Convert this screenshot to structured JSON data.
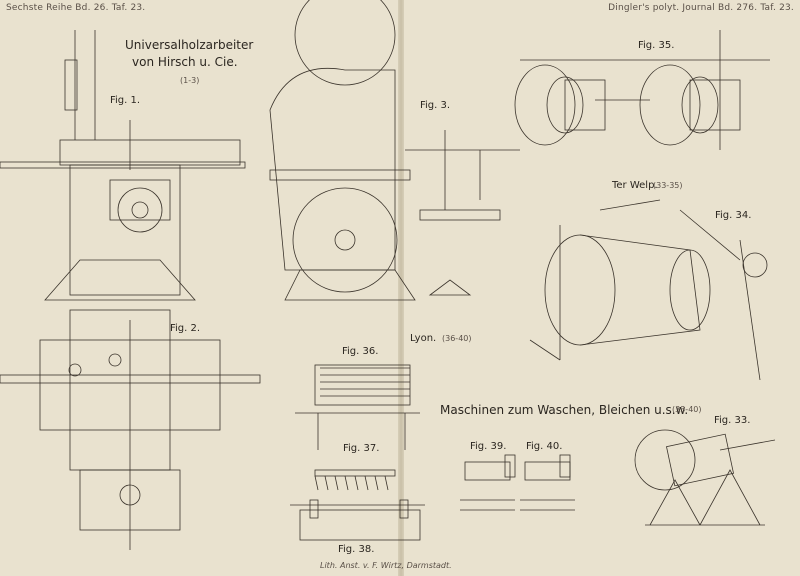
{
  "header": {
    "left": "Sechste Reihe Bd. 26. Taf. 23.",
    "right": "Dingler's polyt. Journal Bd. 276. Taf. 23."
  },
  "sections": {
    "hirsch_title_1": "Universalholzarbeiter",
    "hirsch_title_2": "von Hirsch u. Cie.",
    "hirsch_range": "(1-3)",
    "terwelp_title": "Ter Welp.",
    "terwelp_range": "(33-35)",
    "lyon_title": "Lyon.",
    "lyon_range": "(36-40)",
    "washing_title": "Maschinen zum Waschen, Bleichen u.s.w.",
    "washing_range": "(33-40)"
  },
  "figures": {
    "fig1": "Fig. 1.",
    "fig2": "Fig. 2.",
    "fig3": "Fig. 3.",
    "fig33": "Fig. 33.",
    "fig34": "Fig. 34.",
    "fig35": "Fig. 35.",
    "fig36": "Fig. 36.",
    "fig37": "Fig. 37.",
    "fig38": "Fig. 38.",
    "fig39": "Fig. 39.",
    "fig40": "Fig. 40."
  },
  "footer": {
    "lithograph": "Lith. Anst. v. F. Wirtz, Darmstadt."
  },
  "palette": {
    "paper": "#e9e2cf",
    "ink": "#2b2620"
  }
}
